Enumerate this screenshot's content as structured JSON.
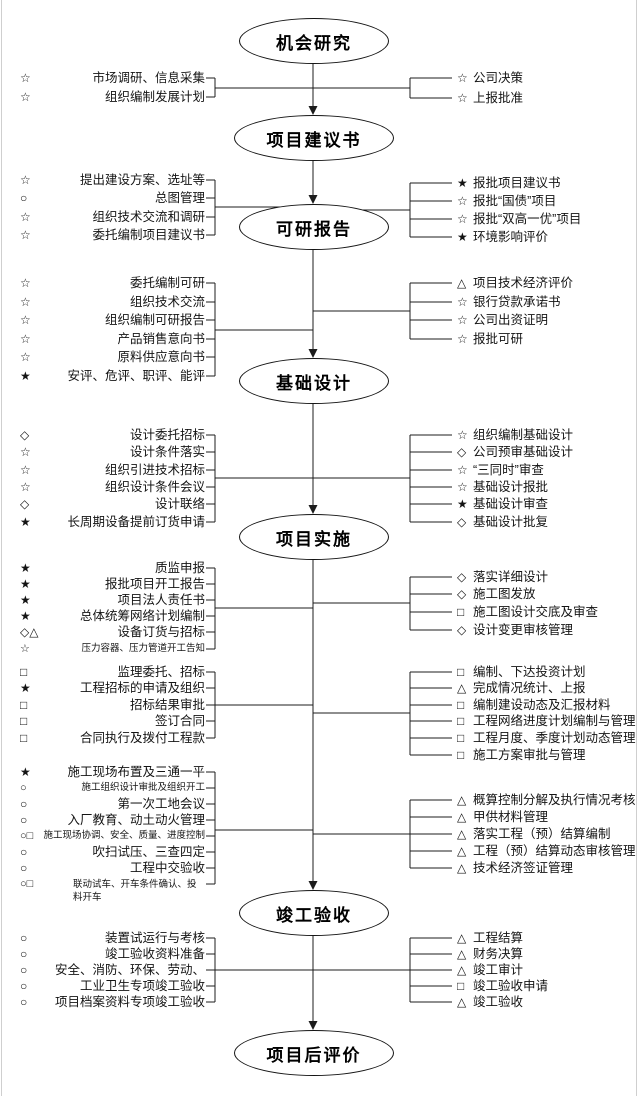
{
  "page": {
    "background": "#ffffff",
    "line_color": "#1c1c1c"
  },
  "diagram": {
    "stages": [
      {
        "id": "opportunity-study",
        "label": "机会研究"
      },
      {
        "id": "project-proposal",
        "label": "项目建议书"
      },
      {
        "id": "feasibility-report",
        "label": "可研报告"
      },
      {
        "id": "basic-design",
        "label": "基础设计"
      },
      {
        "id": "project-implementation",
        "label": "项目实施"
      },
      {
        "id": "completion-acceptance",
        "label": "竣工验收"
      },
      {
        "id": "post-evaluation",
        "label": "项目后评价"
      }
    ],
    "symbol_legend": {
      "☆": "open-star",
      "★": "filled-star",
      "○": "circle",
      "◇": "diamond",
      "△": "triangle",
      "□": "square"
    },
    "groups": [
      {
        "stage": "机会研究",
        "side": "left",
        "items": [
          {
            "symbol": "☆",
            "text": "市场调研、信息采集"
          },
          {
            "symbol": "☆",
            "text": "组织编制发展计划"
          }
        ]
      },
      {
        "stage": "机会研究",
        "side": "right",
        "items": [
          {
            "symbol": "☆",
            "text": "公司决策"
          },
          {
            "symbol": "☆",
            "text": "上报批准"
          }
        ]
      },
      {
        "stage": "项目建议书",
        "side": "left",
        "items": [
          {
            "symbol": "☆",
            "text": "提出建设方案、选址等"
          },
          {
            "symbol": "○",
            "text": "总图管理"
          },
          {
            "symbol": "☆",
            "text": "组织技术交流和调研"
          },
          {
            "symbol": "☆",
            "text": "委托编制项目建议书"
          }
        ]
      },
      {
        "stage": "项目建议书",
        "side": "right",
        "items": [
          {
            "symbol": "★",
            "text": "报批项目建议书"
          },
          {
            "symbol": "☆",
            "text": "报批“国债”项目"
          },
          {
            "symbol": "☆",
            "text": "报批“双高一优”项目"
          },
          {
            "symbol": "★",
            "text": "环境影响评价"
          }
        ]
      },
      {
        "stage": "可研报告",
        "side": "left",
        "items": [
          {
            "symbol": "☆",
            "text": "委托编制可研"
          },
          {
            "symbol": "☆",
            "text": "组织技术交流"
          },
          {
            "symbol": "☆",
            "text": "组织编制可研报告"
          },
          {
            "symbol": "☆",
            "text": "产品销售意向书"
          },
          {
            "symbol": "☆",
            "text": "原料供应意向书"
          },
          {
            "symbol": "★",
            "text": "安评、危评、职评、能评"
          }
        ]
      },
      {
        "stage": "可研报告",
        "side": "right",
        "items": [
          {
            "symbol": "△",
            "text": "项目技术经济评价"
          },
          {
            "symbol": "☆",
            "text": "银行贷款承诺书"
          },
          {
            "symbol": "☆",
            "text": "公司出资证明"
          },
          {
            "symbol": "☆",
            "text": "报批可研"
          }
        ]
      },
      {
        "stage": "基础设计",
        "side": "left",
        "items": [
          {
            "symbol": "◇",
            "text": "设计委托招标"
          },
          {
            "symbol": "☆",
            "text": "设计条件落实"
          },
          {
            "symbol": "☆",
            "text": "组织引进技术招标"
          },
          {
            "symbol": "☆",
            "text": "组织设计条件会议"
          },
          {
            "symbol": "◇",
            "text": "设计联络"
          },
          {
            "symbol": "★",
            "text": "长周期设备提前订货申请"
          }
        ]
      },
      {
        "stage": "基础设计",
        "side": "right",
        "items": [
          {
            "symbol": "☆",
            "text": "组织编制基础设计"
          },
          {
            "symbol": "◇",
            "text": "公司预审基础设计"
          },
          {
            "symbol": "☆",
            "text": "“三同时”审查"
          },
          {
            "symbol": "☆",
            "text": "基础设计报批"
          },
          {
            "symbol": "★",
            "text": "基础设计审查"
          },
          {
            "symbol": "◇",
            "text": "基础设计批复"
          }
        ]
      },
      {
        "stage": "项目实施",
        "side": "left",
        "items": [
          {
            "symbol": "★",
            "text": "质监申报"
          },
          {
            "symbol": "★",
            "text": "报批项目开工报告"
          },
          {
            "symbol": "★",
            "text": "项目法人责任书"
          },
          {
            "symbol": "★",
            "text": "总体统筹网络计划编制"
          },
          {
            "symbol": "◇△",
            "text": "设备订货与招标"
          },
          {
            "symbol": "☆",
            "text": "压力容器、压力管道开工告知",
            "small": true
          }
        ]
      },
      {
        "stage": "项目实施",
        "side": "right",
        "items": [
          {
            "symbol": "◇",
            "text": "落实详细设计"
          },
          {
            "symbol": "◇",
            "text": "施工图发放"
          },
          {
            "symbol": "□",
            "text": "施工图设计交底及审查"
          },
          {
            "symbol": "◇",
            "text": "设计变更审核管理"
          }
        ]
      },
      {
        "stage": "项目实施",
        "side": "left",
        "items": [
          {
            "symbol": "□",
            "text": "监理委托、招标"
          },
          {
            "symbol": "★",
            "text": "工程招标的申请及组织"
          },
          {
            "symbol": "□",
            "text": "招标结果审批"
          },
          {
            "symbol": "□",
            "text": "签订合同"
          },
          {
            "symbol": "□",
            "text": "合同执行及拨付工程款"
          }
        ]
      },
      {
        "stage": "项目实施",
        "side": "right",
        "items": [
          {
            "symbol": "□",
            "text": "编制、下达投资计划"
          },
          {
            "symbol": "△",
            "text": "完成情况统计、上报"
          },
          {
            "symbol": "□",
            "text": "编制建设动态及汇报材料"
          },
          {
            "symbol": "□",
            "text": "工程网络进度计划编制与管理"
          },
          {
            "symbol": "□",
            "text": "工程月度、季度计划动态管理"
          },
          {
            "symbol": "□",
            "text": "施工方案审批与管理"
          }
        ]
      },
      {
        "stage": "项目实施",
        "side": "left",
        "items": [
          {
            "symbol": "★",
            "text": "施工现场布置及三通一平"
          },
          {
            "symbol": "○",
            "text": "施工组织设计审批及组织开工",
            "small": true
          },
          {
            "symbol": "○",
            "text": "第一次工地会议"
          },
          {
            "symbol": "○",
            "text": "入厂教育、动土动火管理"
          },
          {
            "symbol": "○□",
            "text": "施工现场协调、安全、质量、进度控制",
            "small": true
          },
          {
            "symbol": "○",
            "text": "吹扫试压、三查四定"
          },
          {
            "symbol": "○",
            "text": "工程中交验收"
          },
          {
            "symbol": "○□",
            "text": "联动试车、开车条件确认、投料开车",
            "small": true,
            "wrap": true
          }
        ]
      },
      {
        "stage": "项目实施",
        "side": "right",
        "items": [
          {
            "symbol": "△",
            "text": "概算控制分解及执行情况考核"
          },
          {
            "symbol": "△",
            "text": "甲供材料管理"
          },
          {
            "symbol": "△",
            "text": "落实工程（预）结算编制"
          },
          {
            "symbol": "△",
            "text": "工程（预）结算动态审核管理"
          },
          {
            "symbol": "△",
            "text": "技术经济签证管理"
          }
        ]
      },
      {
        "stage": "竣工验收",
        "side": "left",
        "items": [
          {
            "symbol": "○",
            "text": "装置试运行与考核"
          },
          {
            "symbol": "○",
            "text": "竣工验收资料准备"
          },
          {
            "symbol": "○",
            "text": "安全、消防、环保、劳动、"
          },
          {
            "symbol": "○",
            "text": "工业卫生专项竣工验收"
          },
          {
            "symbol": "○",
            "text": "项目档案资料专项竣工验收"
          }
        ]
      },
      {
        "stage": "竣工验收",
        "side": "right",
        "items": [
          {
            "symbol": "△",
            "text": "工程结算"
          },
          {
            "symbol": "△",
            "text": "财务决算"
          },
          {
            "symbol": "△",
            "text": "竣工审计"
          },
          {
            "symbol": "□",
            "text": "竣工验收申请"
          },
          {
            "symbol": "△",
            "text": "竣工验收"
          }
        ]
      }
    ]
  }
}
